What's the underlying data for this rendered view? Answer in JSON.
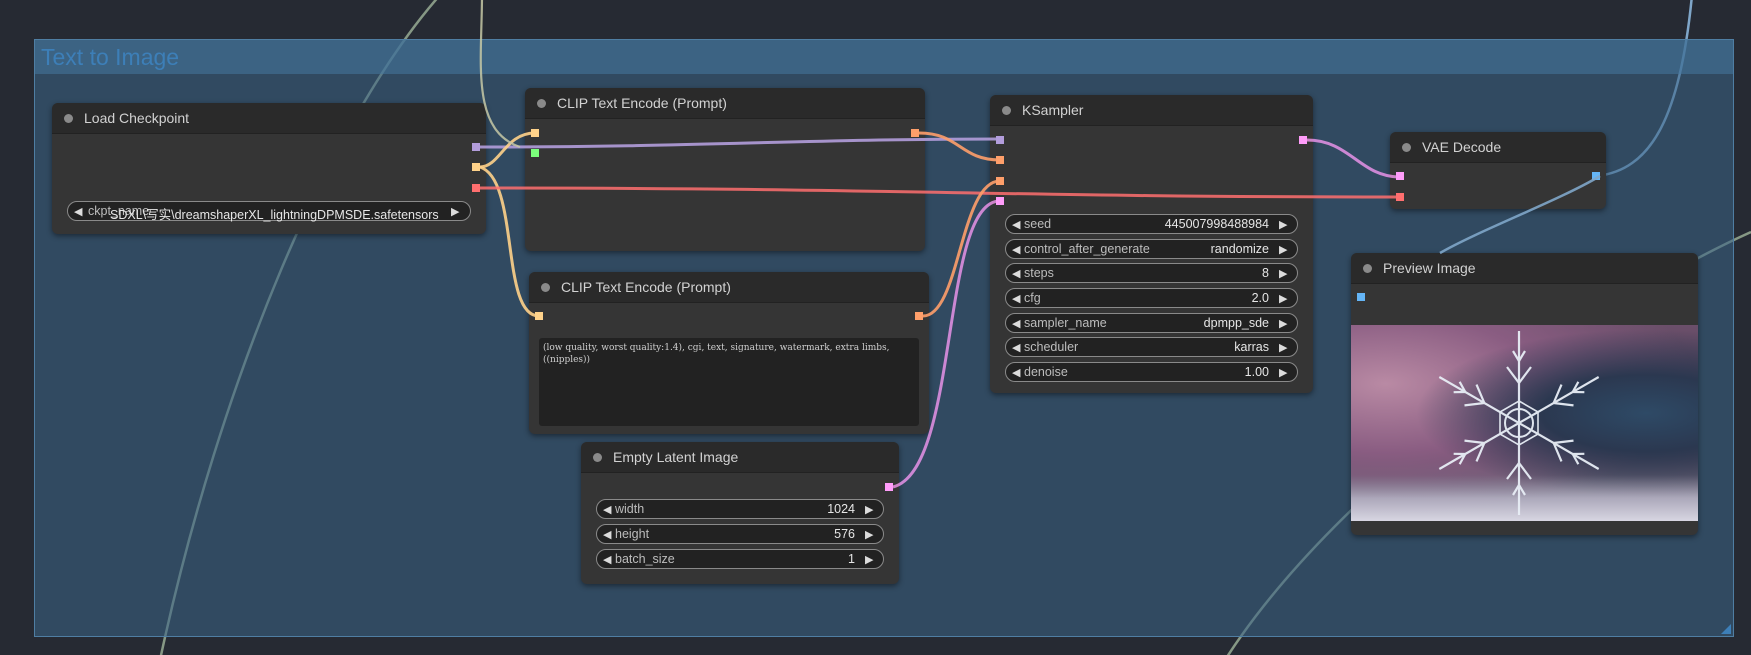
{
  "colors": {
    "background": "#262a33",
    "group_fill": "#3a6487",
    "group_title": "#3d7fb8",
    "node_body": "#353535",
    "node_header": "#2a2a2a",
    "slot_clip": "#ffd28a",
    "slot_conditioning": "#ff9f6a",
    "slot_model": "#b39ddb",
    "slot_vae": "#ff6f6f",
    "slot_latent": "#ff9cf9",
    "slot_image": "#64b5f6",
    "slot_string": "#7cff7c"
  },
  "group": {
    "title": "Text to Image"
  },
  "nodes": {
    "load_checkpoint": {
      "title": "Load Checkpoint",
      "ckpt_label": "ckpt_name",
      "ckpt_value": "SDXL\\写实\\dreamshaperXL_lightningDPMSDE.safetensors"
    },
    "clip_positive": {
      "title": "CLIP Text Encode (Prompt)"
    },
    "clip_negative": {
      "title": "CLIP Text Encode (Prompt)",
      "text": "(low quality, worst quality:1.4), cgi,  text, signature, watermark, extra limbs, ((nipples))"
    },
    "empty_latent": {
      "title": "Empty Latent Image",
      "widgets": [
        {
          "label": "width",
          "value": "1024"
        },
        {
          "label": "height",
          "value": "576"
        },
        {
          "label": "batch_size",
          "value": "1"
        }
      ]
    },
    "ksampler": {
      "title": "KSampler",
      "widgets": [
        {
          "label": "seed",
          "value": "445007998488984"
        },
        {
          "label": "control_after_generate",
          "value": "randomize"
        },
        {
          "label": "steps",
          "value": "8"
        },
        {
          "label": "cfg",
          "value": "2.0"
        },
        {
          "label": "sampler_name",
          "value": "dpmpp_sde"
        },
        {
          "label": "scheduler",
          "value": "karras"
        },
        {
          "label": "denoise",
          "value": "1.00"
        }
      ]
    },
    "vae_decode": {
      "title": "VAE Decode"
    },
    "preview_image": {
      "title": "Preview Image"
    }
  },
  "icons": {
    "arrow_left": "◀",
    "arrow_right": "▶"
  }
}
